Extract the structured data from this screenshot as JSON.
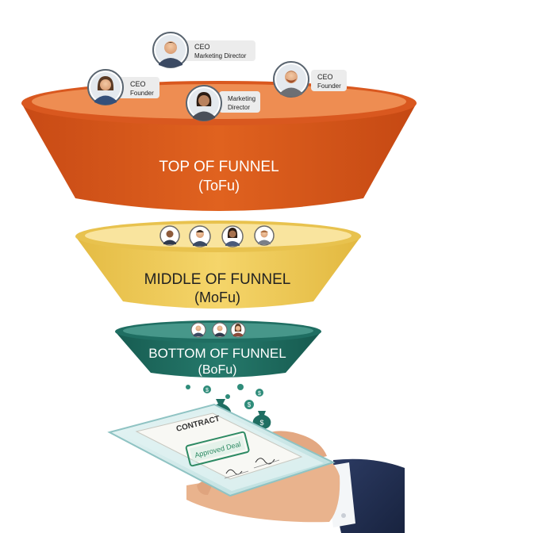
{
  "funnel": {
    "top": {
      "title": "TOP OF FUNNEL",
      "abbr": "(ToFu)",
      "color": "#d9581f",
      "rim": "#ee8d52"
    },
    "middle": {
      "title": "MIDDLE OF FUNNEL",
      "abbr": "(MoFu)",
      "color": "#f0cd5a",
      "rim": "#f9e49e"
    },
    "bottom": {
      "title": "BOTTOM OF FUNNEL",
      "abbr": "(BoFu)",
      "color": "#1f6e62",
      "rim": "#47978a"
    }
  },
  "personas": [
    {
      "title": "CEO",
      "subtitle": "Marketing Director",
      "icon": "man-avatar-icon"
    },
    {
      "title": "CEO",
      "subtitle": "Founder",
      "icon": "woman-avatar-icon"
    },
    {
      "title": "Marketing",
      "subtitle": "Director",
      "icon": "woman-avatar-icon"
    },
    {
      "title": "CEO",
      "subtitle": "Founder",
      "icon": "bearded-man-avatar-icon"
    }
  ],
  "contract": {
    "heading": "CONTRACT",
    "stamp": "Approved Deal",
    "icon": "contract-tablet-icon"
  },
  "decor": {
    "money_bag_icon": "money-bag-icon",
    "coin_symbol": "$",
    "hand_icon": "hand-icon"
  }
}
